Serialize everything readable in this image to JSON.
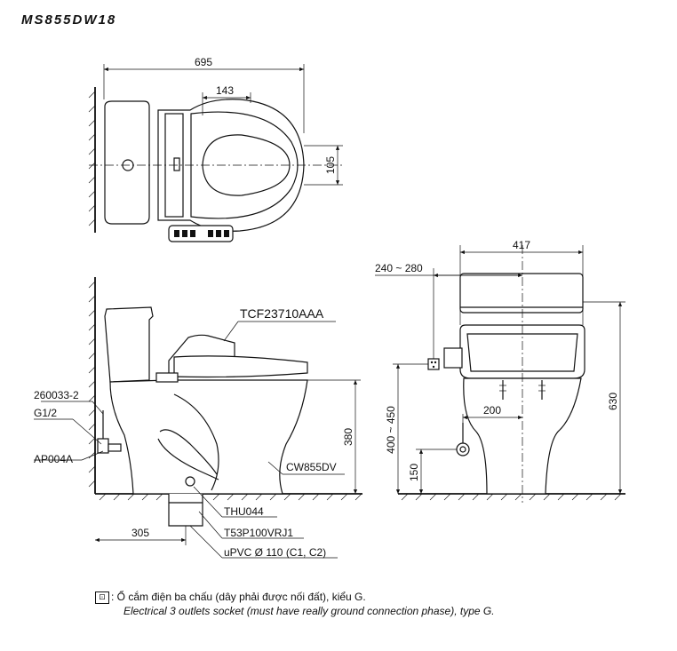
{
  "title": "MS855DW18",
  "top_view": {
    "dim_total_width": "695",
    "dim_seat_offset": "143",
    "dim_height": "105"
  },
  "side_view": {
    "seat_model": "TCF23710AAA",
    "bowl_model": "CW855DV",
    "dim_height": "380",
    "dim_rough_in": "305",
    "parts": {
      "valve": "260033-2",
      "thread": "G1/2",
      "hose": "AP004A",
      "flange": "THU044",
      "pipe": "T53P100VRJ1",
      "pvc": "uPVC Ø 110 (C1, C2)"
    }
  },
  "front_view": {
    "dim_width": "417",
    "dim_socket_offset": "240 ~ 280",
    "dim_socket_height": "400 ~ 450",
    "dim_inlet_spacing": "200",
    "dim_inlet_height": "150",
    "dim_total_height": "630"
  },
  "note": {
    "symbol": "⚀",
    "vi": "Ổ cắm điện ba chấu (dây phải được nối đất), kiểu G.",
    "en": "Electrical 3 outlets socket (must have really ground connection phase), type G."
  }
}
